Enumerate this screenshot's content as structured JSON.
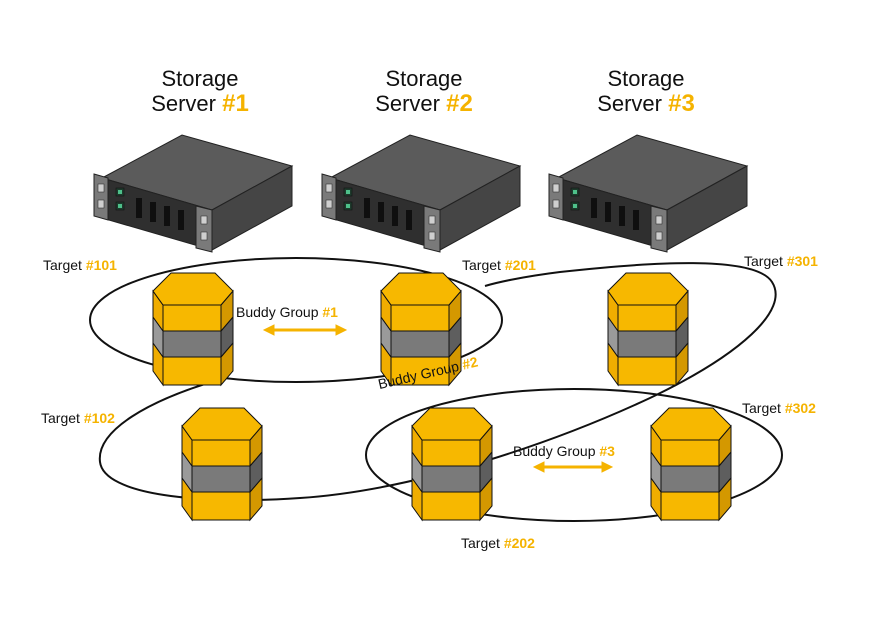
{
  "colors": {
    "accent": "#f5b300",
    "disk_top": "#f7b800",
    "disk_side": "#d49800",
    "disk_mid": "#8c8c8c",
    "server_top": "#5b5b5b",
    "server_front": "#3a3a3a",
    "led": "#4ec08a"
  },
  "servers": [
    {
      "line1": "Storage",
      "line2": "Server",
      "num": "#1"
    },
    {
      "line1": "Storage",
      "line2": "Server",
      "num": "#2"
    },
    {
      "line1": "Storage",
      "line2": "Server",
      "num": "#3"
    }
  ],
  "targets": [
    {
      "prefix": "Target",
      "num": "#101"
    },
    {
      "prefix": "Target",
      "num": "#201"
    },
    {
      "prefix": "Target",
      "num": "#301"
    },
    {
      "prefix": "Target",
      "num": "#102"
    },
    {
      "prefix": "Target",
      "num": "#302"
    },
    {
      "prefix": "Target",
      "num": "#202"
    }
  ],
  "buddy_groups": [
    {
      "label": "Buddy Group",
      "num": "#1"
    },
    {
      "label": "Buddy Group",
      "num": "#2"
    },
    {
      "label": "Buddy Group",
      "num": "#3"
    }
  ]
}
